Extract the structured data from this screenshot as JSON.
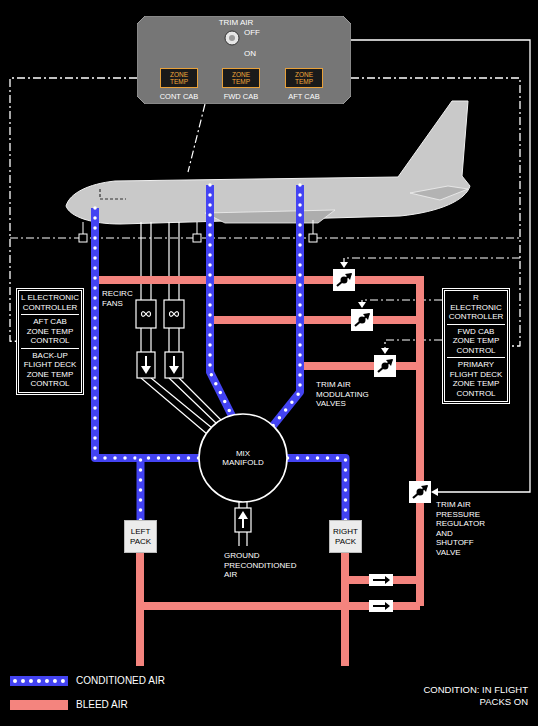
{
  "diagram": {
    "nodes": [
      {
        "text": [
          "TRIM AIR",
          "OFF",
          "ON"
        ]
      },
      {
        "text": [
          "ZONE TEMP",
          "CONT CAB"
        ],
        "in": 0
      },
      {
        "text": [
          "ZONE TEMP",
          "FWD CAB"
        ],
        "in": 0
      },
      {
        "text": [
          "ZONE TEMP",
          "AFT CAB"
        ],
        "in": 0
      },
      {
        "text": [
          "L ELECTRONIC CONTROLLER",
          "AFT CAB ZONE TEMP CONTROL",
          "BACK-UP FLIGHT DECK ZONE TEMP CONTROL"
        ]
      },
      {
        "text": [
          "R ELECTRONIC CONTROLLER",
          "FWD CAB ZONE TEMP CONTROL",
          "PRIMARY FLIGHT DECK ZONE TEMP CONTROL"
        ]
      },
      {
        "text": [
          "MIX MANIFOLD"
        ]
      },
      {
        "text": [
          "LEFT PACK"
        ]
      },
      {
        "text": [
          "RIGHT PACK"
        ]
      }
    ],
    "edges": [
      {
        "from": 0,
        "to": 4,
        "arrow": "none"
      },
      {
        "from": 0,
        "to": 5,
        "arrow": "none"
      },
      {
        "from": 7,
        "to": 6,
        "arrow": "none"
      },
      {
        "from": 8,
        "to": 6,
        "arrow": "none"
      }
    ],
    "labels": [
      "RECIRC FANS",
      "TRIM AIR MODULATING VALVES",
      "TRIM AIR PRESSURE REGULATOR AND SHUTOFF VALVE",
      "GROUND PRECONDITIONED AIR",
      "CONDITION: IN FLIGHT PACKS ON"
    ],
    "legend": [
      {
        "text": "CONDITIONED AIR",
        "color": "#4343f2"
      },
      {
        "text": "BLEED AIR",
        "color": "#f4847e"
      }
    ]
  }
}
